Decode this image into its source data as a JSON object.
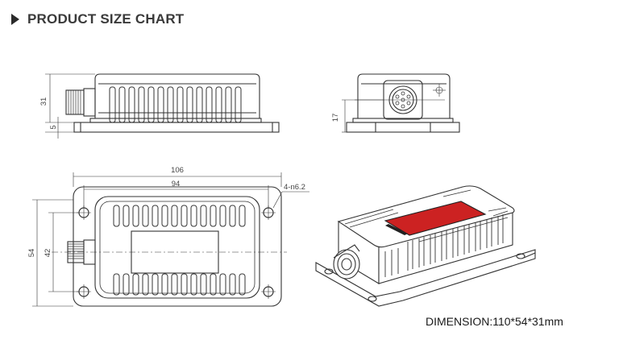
{
  "header": {
    "title": "PRODUCT SIZE CHART"
  },
  "dimensions": {
    "height_total": "31",
    "base_thickness": "5",
    "connector_height": "17",
    "overall_length": "106",
    "hole_spacing_length": "94",
    "overall_width": "54",
    "hole_spacing_width": "42",
    "hole_spec": "4-n6.2"
  },
  "caption": "DIMENSION:110*54*31mm",
  "colors": {
    "line": "#333333",
    "label_band": "#cc2222",
    "header_icon": "#2a2a2a"
  },
  "icons": {
    "header_icon": "triangle-right-icon"
  }
}
